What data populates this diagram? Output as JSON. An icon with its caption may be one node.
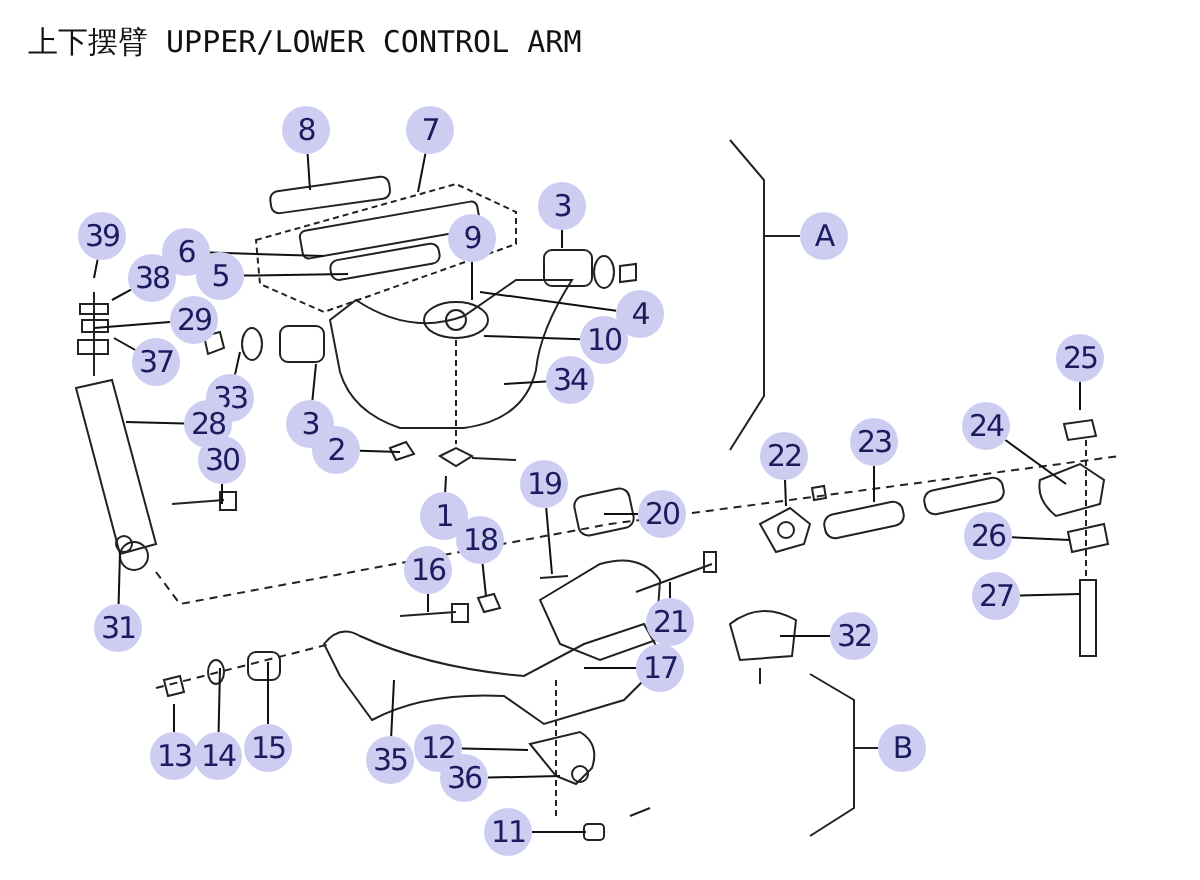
{
  "diagram": {
    "title": "上下摆臂 UPPER/LOWER CONTROL ARM",
    "nodes": [
      {
        "text": [
          "8"
        ]
      },
      {
        "text": [
          "7"
        ]
      },
      {
        "text": [
          "3"
        ]
      },
      {
        "text": [
          "39"
        ]
      },
      {
        "text": [
          "9"
        ]
      },
      {
        "text": [
          "6"
        ]
      },
      {
        "text": [
          "5"
        ]
      },
      {
        "text": [
          "38"
        ]
      },
      {
        "text": [
          "A"
        ]
      },
      {
        "text": [
          "4"
        ]
      },
      {
        "text": [
          "29"
        ]
      },
      {
        "text": [
          "10"
        ]
      },
      {
        "text": [
          "37"
        ]
      },
      {
        "text": [
          "33"
        ]
      },
      {
        "text": [
          "3"
        ]
      },
      {
        "text": [
          "34"
        ]
      },
      {
        "text": [
          "28"
        ]
      },
      {
        "text": [
          "25"
        ]
      },
      {
        "text": [
          "24"
        ]
      },
      {
        "text": [
          "22"
        ]
      },
      {
        "text": [
          "23"
        ]
      },
      {
        "text": [
          "2"
        ]
      },
      {
        "text": [
          "30"
        ]
      },
      {
        "text": [
          "19"
        ]
      },
      {
        "text": [
          "1"
        ]
      },
      {
        "text": [
          "20"
        ]
      },
      {
        "text": [
          "18"
        ]
      },
      {
        "text": [
          "26"
        ]
      },
      {
        "text": [
          "16"
        ]
      },
      {
        "text": [
          "27"
        ]
      },
      {
        "text": [
          "31"
        ]
      },
      {
        "text": [
          "21"
        ]
      },
      {
        "text": [
          "32"
        ]
      },
      {
        "text": [
          "17"
        ]
      },
      {
        "text": [
          "13"
        ]
      },
      {
        "text": [
          "14"
        ]
      },
      {
        "text": [
          "15"
        ]
      },
      {
        "text": [
          "35"
        ]
      },
      {
        "text": [
          "12"
        ]
      },
      {
        "text": [
          "B"
        ]
      },
      {
        "text": [
          "36"
        ]
      },
      {
        "text": [
          "11"
        ]
      }
    ],
    "edges": [
      {
        "from": 0,
        "to": null,
        "arrow": "none"
      },
      {
        "from": 1,
        "to": null,
        "arrow": "none"
      },
      {
        "from": 2,
        "to": null,
        "arrow": "none"
      },
      {
        "from": 3,
        "to": null,
        "arrow": "none"
      },
      {
        "from": 4,
        "to": null,
        "arrow": "none"
      },
      {
        "from": 5,
        "to": null,
        "arrow": "none"
      },
      {
        "from": 6,
        "to": null,
        "arrow": "none"
      },
      {
        "from": 7,
        "to": null,
        "arrow": "none"
      },
      {
        "from": 9,
        "to": null,
        "arrow": "none"
      },
      {
        "from": 10,
        "to": null,
        "arrow": "none"
      },
      {
        "from": 11,
        "to": null,
        "arrow": "none"
      },
      {
        "from": 12,
        "to": null,
        "arrow": "none"
      },
      {
        "from": 13,
        "to": null,
        "arrow": "none"
      },
      {
        "from": 14,
        "to": null,
        "arrow": "none"
      },
      {
        "from": 15,
        "to": null,
        "arrow": "none"
      },
      {
        "from": 16,
        "to": null,
        "arrow": "none"
      },
      {
        "from": 17,
        "to": null,
        "arrow": "none"
      },
      {
        "from": 18,
        "to": null,
        "arrow": "none"
      },
      {
        "from": 19,
        "to": null,
        "arrow": "none"
      },
      {
        "from": 20,
        "to": null,
        "arrow": "none"
      },
      {
        "from": 21,
        "to": null,
        "arrow": "none"
      },
      {
        "from": 22,
        "to": null,
        "arrow": "none"
      },
      {
        "from": 23,
        "to": null,
        "arrow": "none"
      },
      {
        "from": 24,
        "to": null,
        "arrow": "none"
      },
      {
        "from": 25,
        "to": null,
        "arrow": "none"
      },
      {
        "from": 26,
        "to": null,
        "arrow": "none"
      },
      {
        "from": 27,
        "to": null,
        "arrow": "none"
      },
      {
        "from": 28,
        "to": null,
        "arrow": "none"
      },
      {
        "from": 29,
        "to": null,
        "arrow": "none"
      },
      {
        "from": 30,
        "to": null,
        "arrow": "none"
      },
      {
        "from": 31,
        "to": null,
        "arrow": "none"
      },
      {
        "from": 32,
        "to": null,
        "arrow": "none"
      },
      {
        "from": 33,
        "to": null,
        "arrow": "none"
      },
      {
        "from": 34,
        "to": null,
        "arrow": "none"
      },
      {
        "from": 35,
        "to": null,
        "arrow": "none"
      },
      {
        "from": 36,
        "to": null,
        "arrow": "none"
      },
      {
        "from": 37,
        "to": null,
        "arrow": "none"
      },
      {
        "from": 38,
        "to": null,
        "arrow": "none"
      },
      {
        "from": 40,
        "to": null,
        "arrow": "none"
      },
      {
        "from": 41,
        "to": null,
        "arrow": "none"
      }
    ]
  }
}
